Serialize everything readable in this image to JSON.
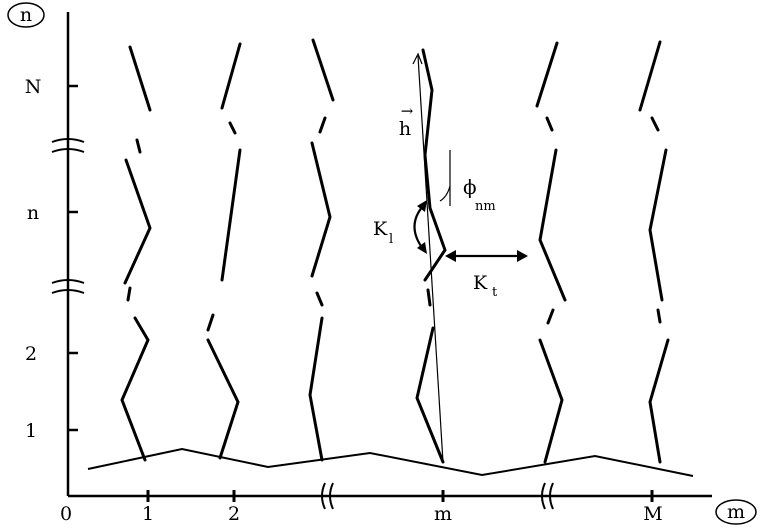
{
  "axes": {
    "y_axis_label": "n",
    "x_axis_label": "m",
    "y_ticks": [
      "1",
      "2",
      "n",
      "N"
    ],
    "x_ticks": [
      "0",
      "1",
      "2",
      "m",
      "M"
    ]
  },
  "annotations": {
    "vector_h": "h",
    "arrow_symbol": "→",
    "angle_symbol": "ϕ",
    "angle_subscript": "nm",
    "k_l_symbol": "K",
    "k_l_subscript": "l",
    "k_t_symbol": "K",
    "k_t_subscript": "t"
  },
  "colors": {
    "ink": "#000000",
    "background": "#ffffff"
  }
}
